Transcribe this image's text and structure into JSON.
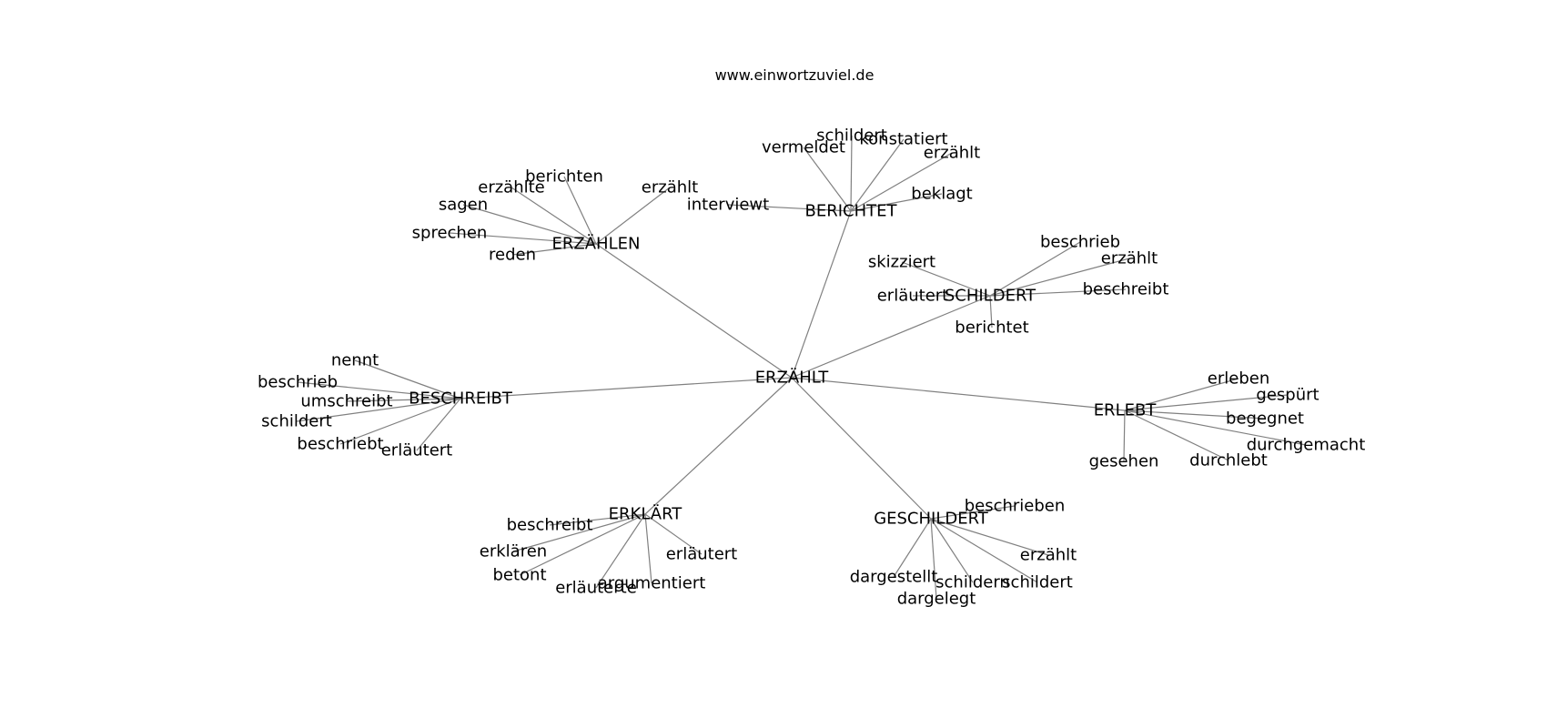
{
  "header": {
    "site": "www.einwortzuviel.de"
  },
  "graph": {
    "center": "ERZÄHLT",
    "clusters": [
      {
        "label": "ERZÄHLEN",
        "words": [
          "berichten",
          "erzählte",
          "sagen",
          "sprechen",
          "reden",
          "erzählt"
        ]
      },
      {
        "label": "BERICHTET",
        "words": [
          "vermeldet",
          "schildert",
          "konstatiert",
          "erzählt",
          "beklagt",
          "interviewt"
        ]
      },
      {
        "label": "SCHILDERT",
        "words": [
          "beschrieb",
          "erzählt",
          "beschreibt",
          "skizziert",
          "erläutert",
          "berichtet"
        ]
      },
      {
        "label": "BESCHREIBT",
        "words": [
          "nennt",
          "beschrieb",
          "umschreibt",
          "schildert",
          "beschriebt",
          "erläutert"
        ]
      },
      {
        "label": "ERLEBT",
        "words": [
          "erleben",
          "gespürt",
          "begegnet",
          "durchgemacht",
          "durchlebt",
          "gesehen"
        ]
      },
      {
        "label": "ERKLÄRT",
        "words": [
          "beschreibt",
          "erklären",
          "betont",
          "erläuterte",
          "argumentiert",
          "erläutert"
        ]
      },
      {
        "label": "GESCHILDERT",
        "words": [
          "beschrieben",
          "erzählt",
          "schildert",
          "schildern",
          "dargelegt",
          "dargestellt"
        ]
      }
    ]
  }
}
